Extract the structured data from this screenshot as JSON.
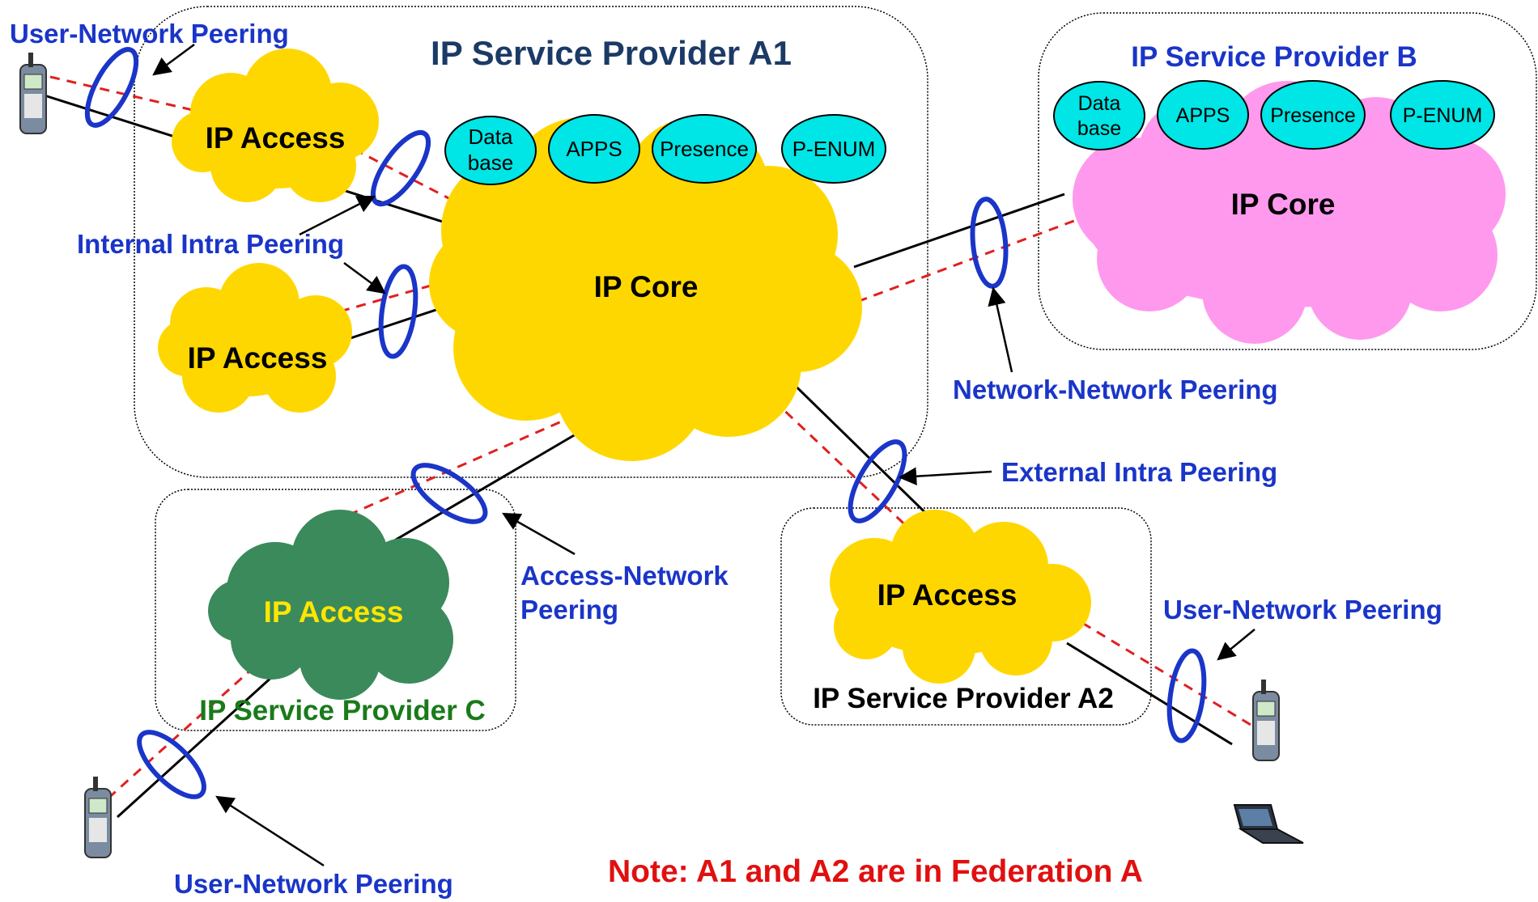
{
  "providers": {
    "a1": {
      "title": "IP Service Provider A1"
    },
    "b": {
      "title": "IP Service Provider B"
    },
    "c": {
      "title": "IP Service Provider C"
    },
    "a2": {
      "title": "IP Service Provider A2"
    }
  },
  "clouds": {
    "a1_core": "IP Core",
    "a1_access_top": "IP Access",
    "a1_access_mid": "IP Access",
    "b_core": "IP Core",
    "c_access": "IP Access",
    "a2_access": "IP Access"
  },
  "services_a1": [
    {
      "line1": "Data",
      "line2": "base"
    },
    {
      "line1": "APPS"
    },
    {
      "line1": "Presence"
    },
    {
      "line1": "P-ENUM"
    }
  ],
  "services_b": [
    {
      "line1": "Data",
      "line2": "base"
    },
    {
      "line1": "APPS"
    },
    {
      "line1": "Presence"
    },
    {
      "line1": "P-ENUM"
    }
  ],
  "peering_labels": {
    "user_network_top": "User-Network Peering",
    "internal_intra": "Internal Intra Peering",
    "network_network": "Network-Network Peering",
    "external_intra": "External Intra Peering",
    "access_network_line1": "Access-Network",
    "access_network_line2": "Peering",
    "user_network_right": "User-Network Peering",
    "user_network_bottom": "User-Network Peering"
  },
  "note": "Note: A1 and A2 are in Federation A",
  "colors": {
    "yellow_cloud": "#ffd700",
    "pink_cloud": "#ff99ee",
    "green_cloud": "#3a8a5c",
    "service_ellipse": "#00e5e5",
    "peering_ring": "#1a35c8",
    "dashed_link": "#e02020",
    "label_blue": "#1a35c8",
    "note_red": "#e01010",
    "provider_c_green": "#1a7a1a"
  },
  "icons": [
    "mobile-phone-icon",
    "mobile-phone-icon",
    "mobile-phone-icon",
    "laptop-icon"
  ]
}
